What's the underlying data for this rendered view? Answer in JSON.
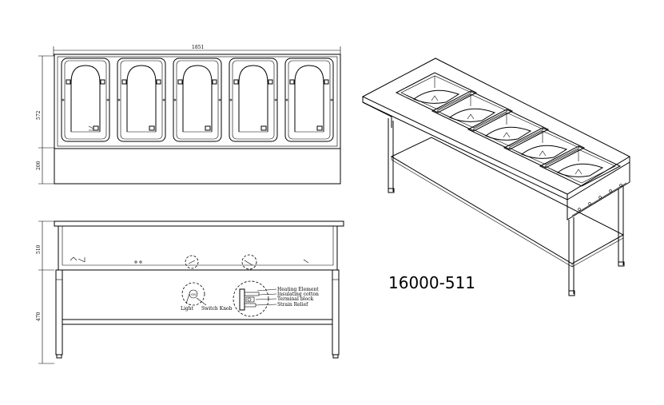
{
  "drawing": {
    "model_number": "16000-511",
    "top_view": {
      "width_dimension": "1851",
      "depth_dimension": "572",
      "shelf_dimension": "200",
      "well_count": 5
    },
    "front_view": {
      "top_height_dimension": "510",
      "leg_height_dimension": "470",
      "component_labels": [
        "Heating Element",
        "Insulating cotton",
        "Terminal block",
        "Strain Relief"
      ],
      "light_label": "Light",
      "switch_label": "Switch Knob"
    },
    "iso_view": {
      "well_count": 5
    }
  }
}
